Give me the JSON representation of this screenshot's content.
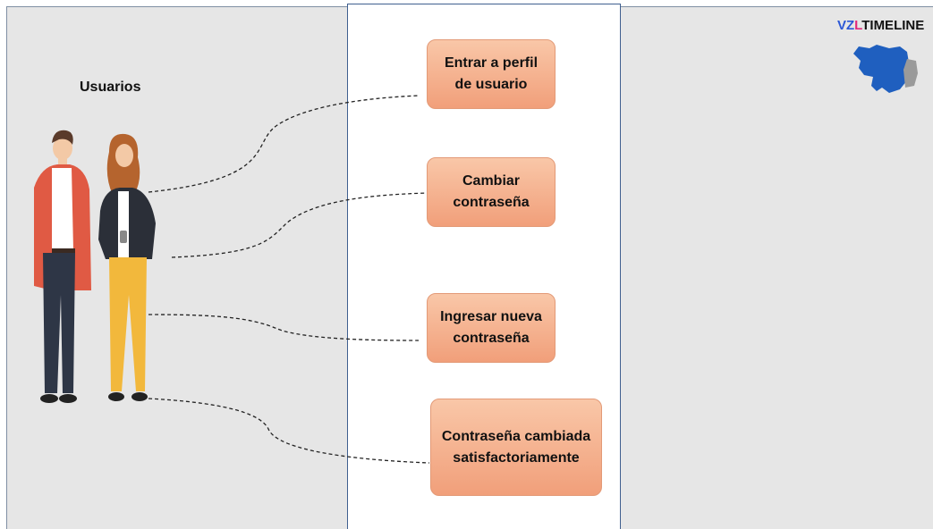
{
  "diagram": {
    "users_label": "Usuarios",
    "steps": [
      {
        "label": "Entrar a perfil de usuario"
      },
      {
        "label": "Cambiar contraseña"
      },
      {
        "label": "Ingresar nueva contraseña"
      },
      {
        "label": "Contraseña cambiada satisfactoriamente"
      }
    ]
  },
  "brand": {
    "part1": "VZ",
    "part2": "L",
    "part3": "TIMELINE"
  },
  "colors": {
    "step_fill": "#f4b08f",
    "step_border": "#e39a77",
    "background": "#e6e6e6",
    "panel_border": "#3f5f8f",
    "brand_blue": "#2b57d6",
    "brand_pink": "#e32a7c"
  }
}
